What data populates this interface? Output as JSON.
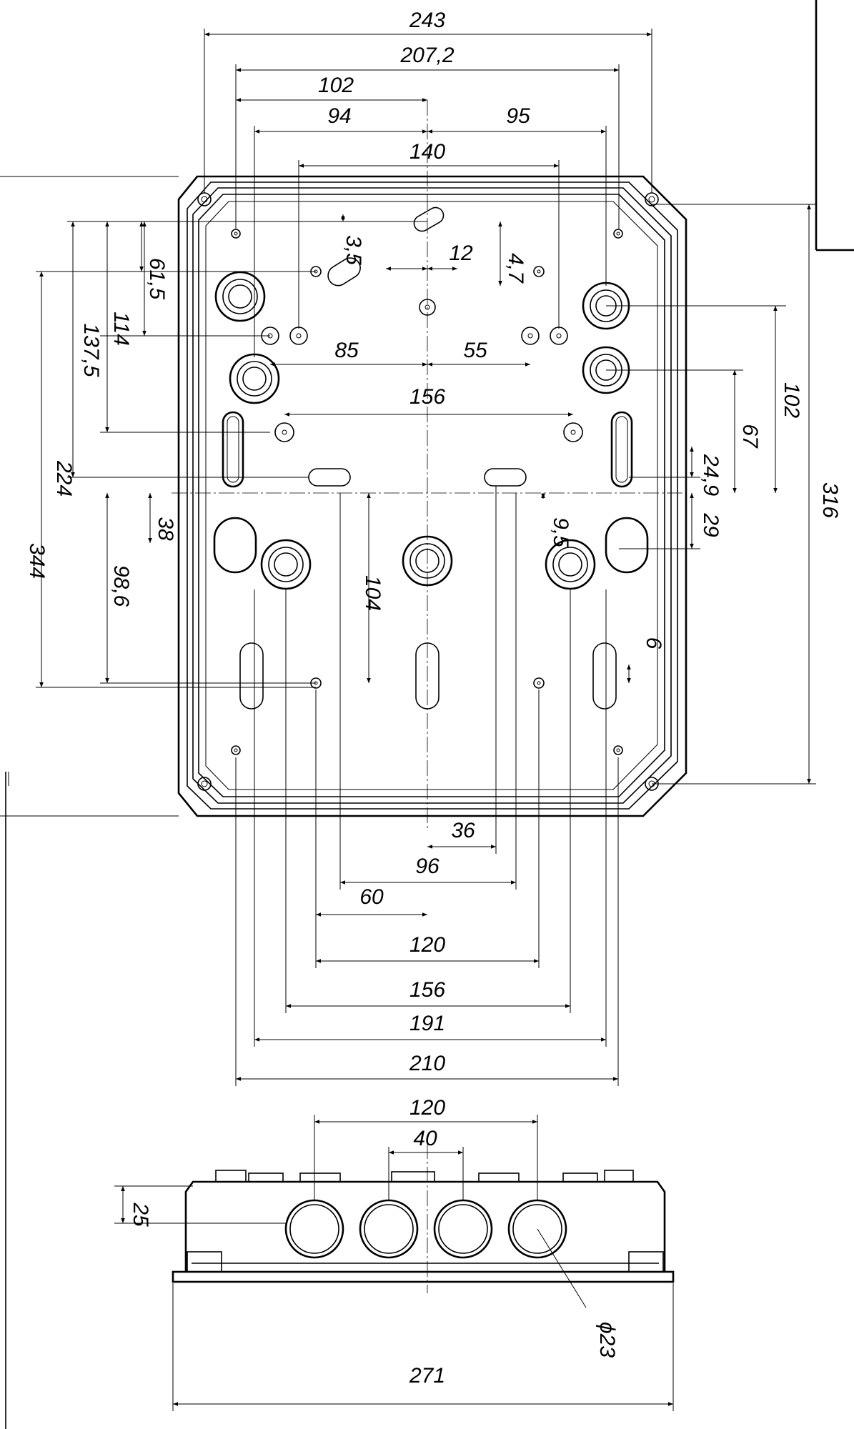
{
  "dimensions": {
    "top_view": {
      "horizontal": [
        "243",
        "207,2",
        "102",
        "94",
        "95",
        "140",
        "12",
        "85",
        "55",
        "156"
      ],
      "vertical_left": [
        "344",
        "224",
        "137,5",
        "114",
        "61,5",
        "3,5",
        "38",
        "98,6",
        "104"
      ],
      "vertical_right": [
        "316",
        "102",
        "67",
        "24,9",
        "29",
        "9,5",
        "6",
        "4,7"
      ],
      "bottom": [
        "36",
        "96",
        "60",
        "120",
        "156",
        "191",
        "210"
      ]
    },
    "side_view": {
      "width": "120",
      "spacing": "40",
      "height": "25",
      "hole_diameter": "ϕ23",
      "overall_width": "271"
    }
  }
}
